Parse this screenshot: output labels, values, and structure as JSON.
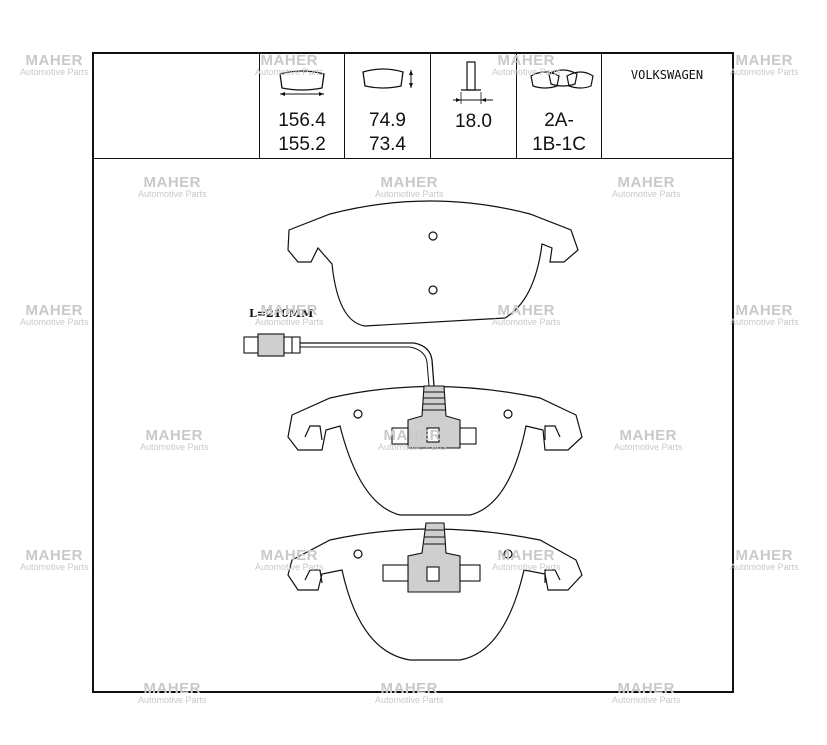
{
  "header": {
    "width_values": [
      "156.4",
      "155.2"
    ],
    "height_values": [
      "74.9",
      "73.4"
    ],
    "thickness_value": "18.0",
    "wva_values": [
      "2A-",
      "1B-1C"
    ],
    "brand": "VOLKSWAGEN"
  },
  "wire_label": "L=210MM",
  "watermark": {
    "name": "MAHER",
    "subtitle": "Automotive Parts"
  },
  "colors": {
    "line": "#111111",
    "watermark": "#c9c9c9",
    "fill": "#cfcfcf"
  }
}
